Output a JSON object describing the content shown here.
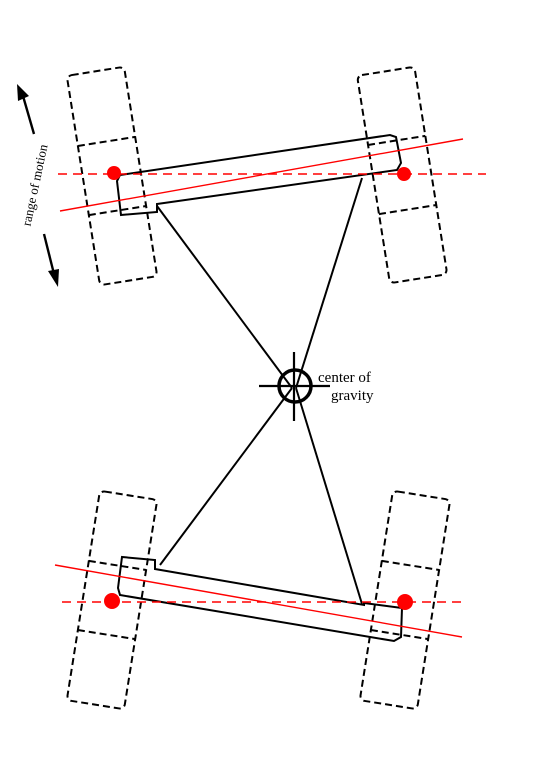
{
  "labels": {
    "range_of_motion": "range of motion",
    "cog_line1": "center of",
    "cog_line2": "gravity"
  },
  "colors": {
    "line": "#000000",
    "axis": "#ff0000",
    "background": "#ffffff"
  },
  "icons": {
    "range_arrow": "double-headed-vertical-arrow",
    "center_of_gravity": "crosshair-circle"
  }
}
